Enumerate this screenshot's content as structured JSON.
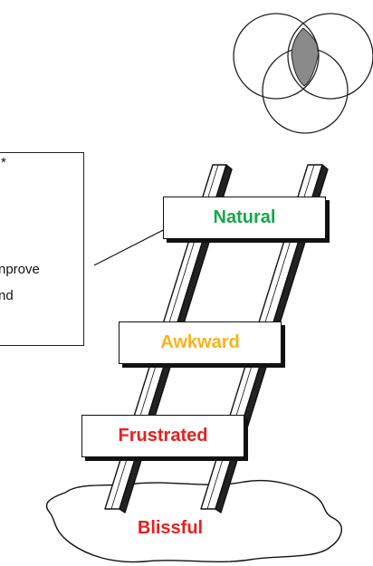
{
  "callout": {
    "mark": "*",
    "line1": "nprove",
    "line2": "nd"
  },
  "ladder_levels": [
    {
      "label": "Natural",
      "color": "#15a84a"
    },
    {
      "label": "Awkward",
      "color": "#f5b51c"
    },
    {
      "label": "Frustrated",
      "color": "#e8201e"
    }
  ],
  "puddle": {
    "label": "Blissful",
    "color": "#e8201e"
  },
  "venn": {
    "highlight_color": "#8a8a8a"
  }
}
